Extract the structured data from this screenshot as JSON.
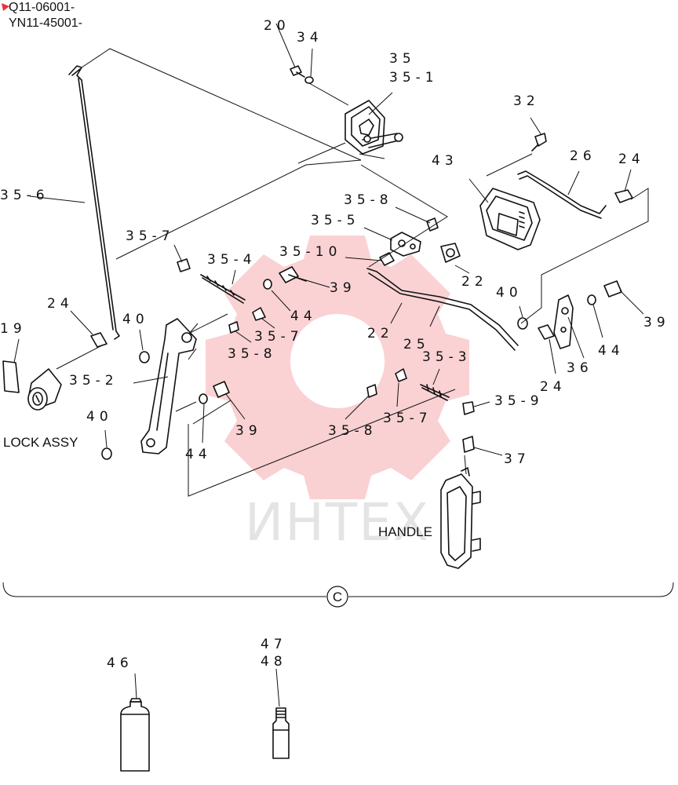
{
  "header": {
    "line1": "Q11-06001-",
    "line2": "YN11-45001-"
  },
  "labels": {
    "p20": "20",
    "p34": "34",
    "p35": "35",
    "p35_1": "35-1",
    "p32": "32",
    "p43": "43",
    "p26": "26",
    "p24_top": "24",
    "p35_6": "35-6",
    "p35_8_top": "35-8",
    "p35_5": "35-5",
    "p35_7_left": "35-7",
    "p35_4": "35-4",
    "p35_10": "35-10",
    "p22_right": "22",
    "p39_mid": "39",
    "p40_right": "40",
    "p39_right": "39",
    "p24_left": "24",
    "p40_left": "40",
    "p44_mid": "44",
    "p35_7_mid": "35-7",
    "p22_mid": "22",
    "p25": "25",
    "p19": "19",
    "p35_8_mid": "35-8",
    "p36": "36",
    "p44_right": "44",
    "p35_2": "35-2",
    "p35_3": "35-3",
    "p24_right": "24",
    "p35_9": "35-9",
    "p40_low": "40",
    "p39_low": "39",
    "p35_8_low": "35-8",
    "p35_7_low": "35-7",
    "p44_low": "44",
    "p37": "37",
    "p46": "46",
    "p47": "47",
    "p48": "48"
  },
  "captions": {
    "lock_assy": "LOCK ASSY",
    "handle": "HANDLE",
    "section_marker": "C"
  },
  "watermark": {
    "text": "ИНТЕХ",
    "color": "#e8343a"
  }
}
